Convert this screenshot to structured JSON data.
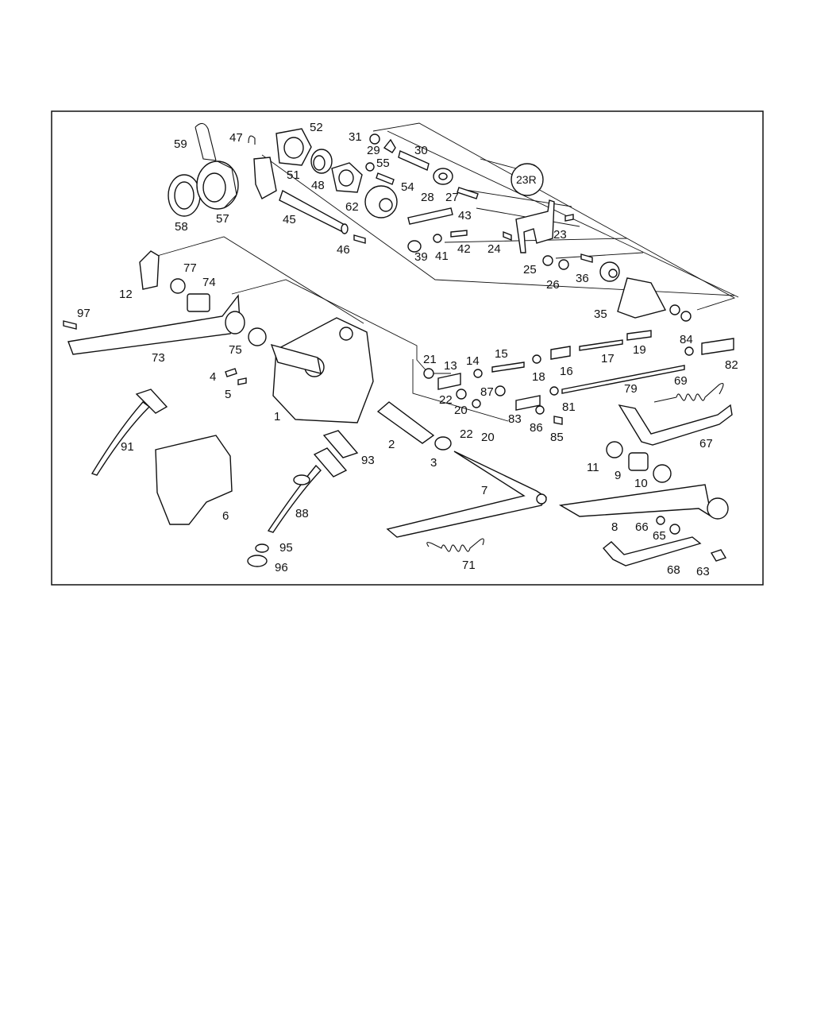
{
  "diagram": {
    "badge": "23R",
    "part_numbers": [
      "59",
      "47",
      "52",
      "31",
      "29",
      "30",
      "55",
      "51",
      "48",
      "54",
      "23R",
      "58",
      "57",
      "45",
      "62",
      "28",
      "27",
      "43",
      "23",
      "46",
      "39",
      "41",
      "42",
      "24",
      "25",
      "26",
      "36",
      "77",
      "12",
      "74",
      "97",
      "35",
      "73",
      "75",
      "21",
      "13",
      "14",
      "15",
      "18",
      "16",
      "17",
      "19",
      "84",
      "82",
      "4",
      "5",
      "22",
      "87",
      "20",
      "83",
      "81",
      "79",
      "69",
      "1",
      "86",
      "85",
      "91",
      "2",
      "3",
      "22",
      "20",
      "93",
      "11",
      "9",
      "10",
      "67",
      "6",
      "7",
      "88",
      "8",
      "66",
      "65",
      "95",
      "71",
      "68",
      "63",
      "96"
    ],
    "colors": {
      "line": "#111111",
      "background": "#ffffff"
    }
  }
}
